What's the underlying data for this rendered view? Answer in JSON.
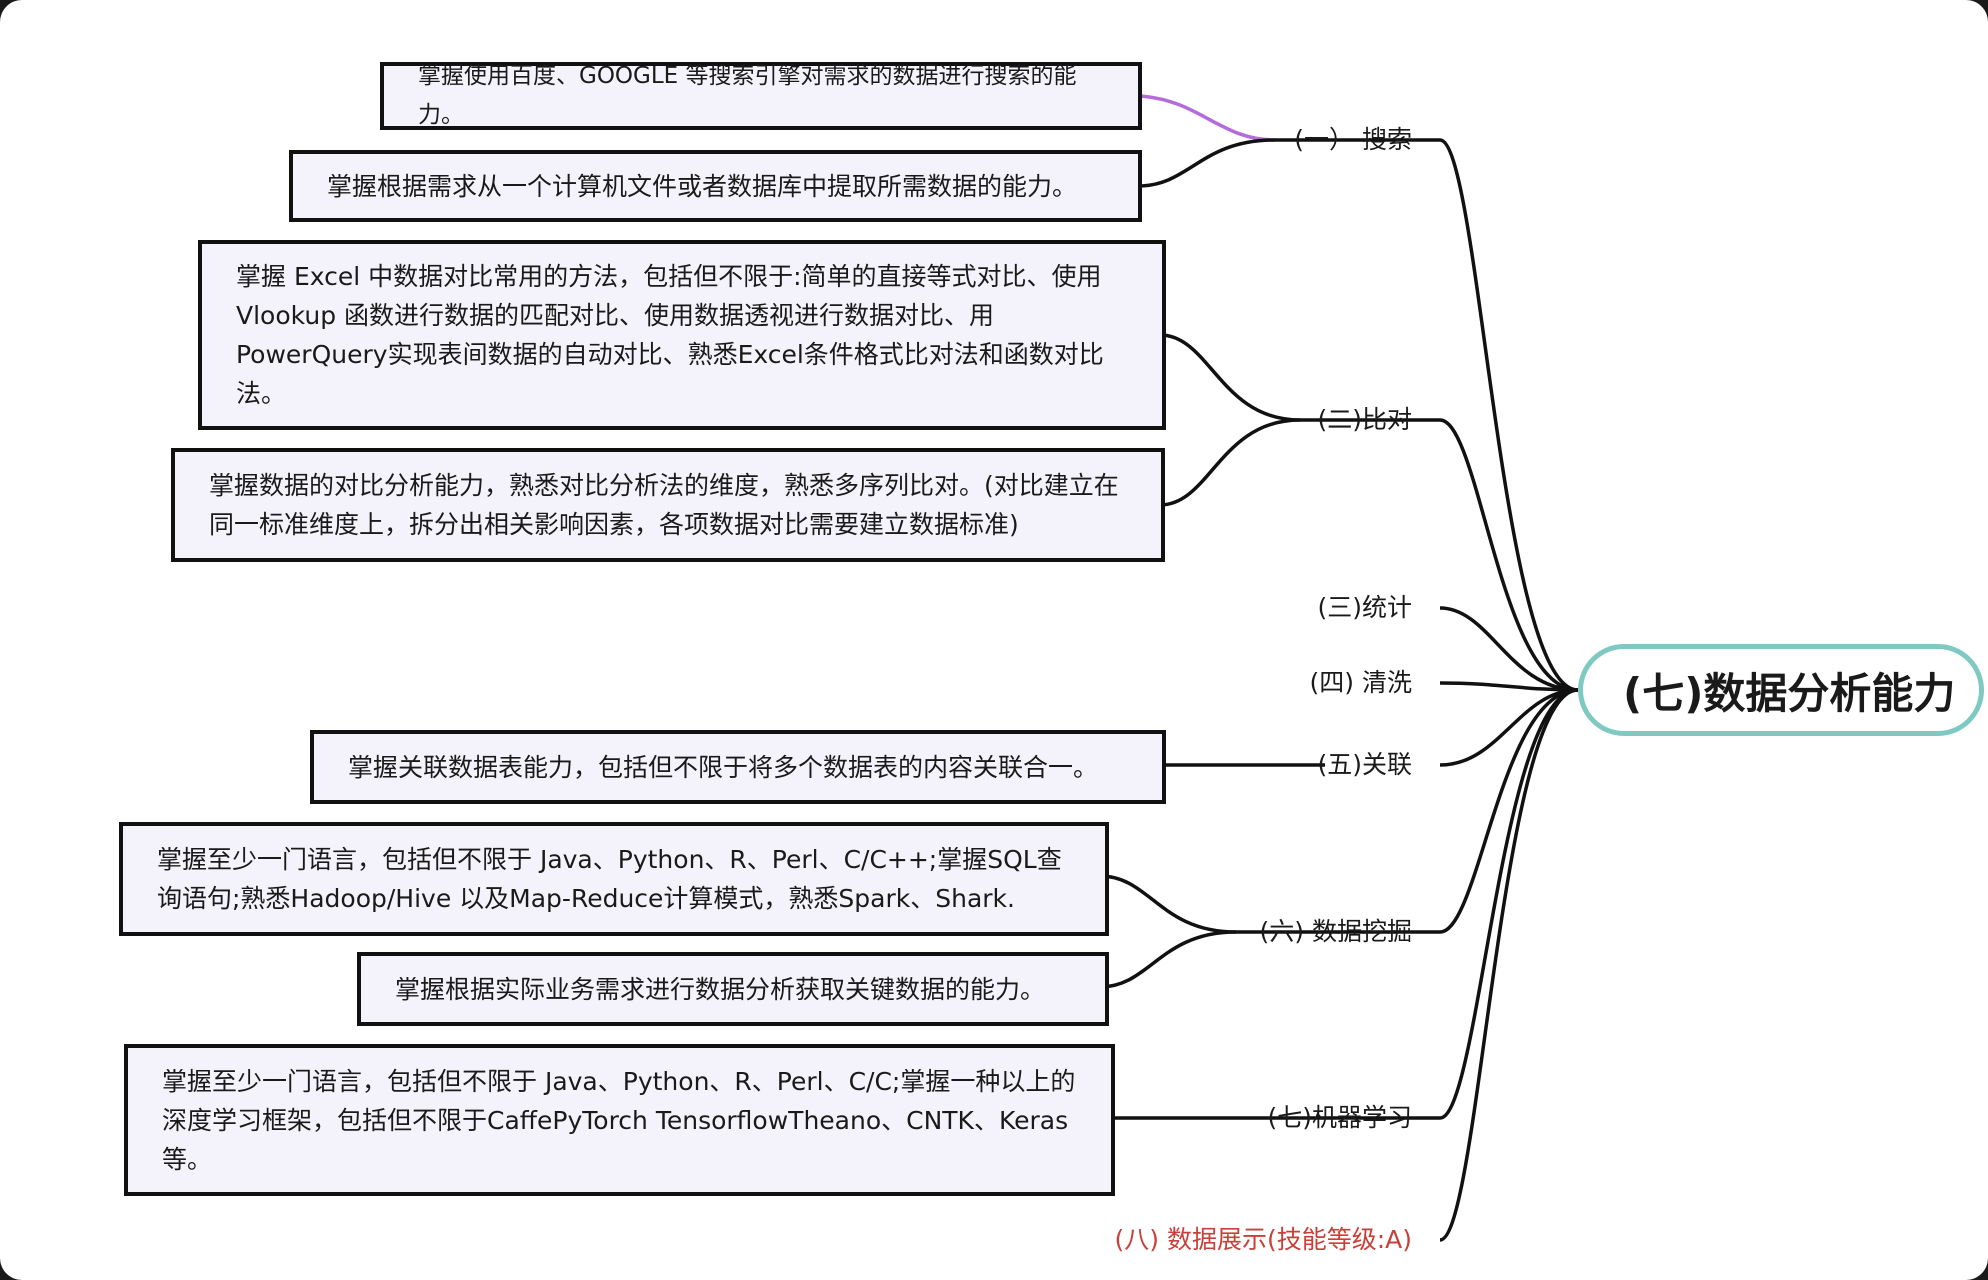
{
  "root": {
    "title": "(七)数据分析能力",
    "border_color": "#7ec9c2"
  },
  "branches": [
    {
      "label": "(一） 搜索",
      "items": [
        "掌握使用百度、GOOGLE 等搜索引擎对需求的数据进行搜索的能力。",
        "掌握根据需求从一个计算机文件或者数据库中提取所需数据的能力。"
      ]
    },
    {
      "label": "(二)比对",
      "items": [
        "掌握 Excel 中数据对比常用的方法，包括但不限于:简单的直接等式对比、使用 Vlookup 函数进行数据的匹配对比、使用数据透视进行数据对比、用 PowerQuery实现表间数据的自动对比、熟悉Excel条件格式比对法和函数对比法。",
        "掌握数据的对比分析能力，熟悉对比分析法的维度，熟悉多序列比对。(对比建立在同一标准维度上，拆分出相关影响因素，各项数据对比需要建立数据标准)"
      ]
    },
    {
      "label": "(三)统计",
      "items": []
    },
    {
      "label": "(四) 清洗",
      "items": []
    },
    {
      "label": "(五)关联",
      "items": [
        "掌握关联数据表能力，包括但不限于将多个数据表的内容关联合一。"
      ]
    },
    {
      "label": "(六) 数据挖掘",
      "items": [
        "掌握至少一门语言，包括但不限于 Java、Python、R、Perl、C/C++;掌握SQL查询语句;熟悉Hadoop/Hive 以及Map-Reduce计算模式，熟悉Spark、Shark.",
        "掌握根据实际业务需求进行数据分析获取关键数据的能力。"
      ]
    },
    {
      "label": "(七)机器学习",
      "items": [
        "掌握至少一门语言，包括但不限于 Java、Python、R、Perl、C/C;掌握一种以上的深度学习框架，包括但不限于CaffePyTorch TensorflowTheano、CNTK、Keras 等。"
      ]
    },
    {
      "label": "(八) 数据展示(技能等级:A)",
      "items": [],
      "color": "#c9403a"
    }
  ],
  "colors": {
    "link": "#111111",
    "highlight_link": "#b36cd9",
    "special_label": "#c9403a"
  }
}
